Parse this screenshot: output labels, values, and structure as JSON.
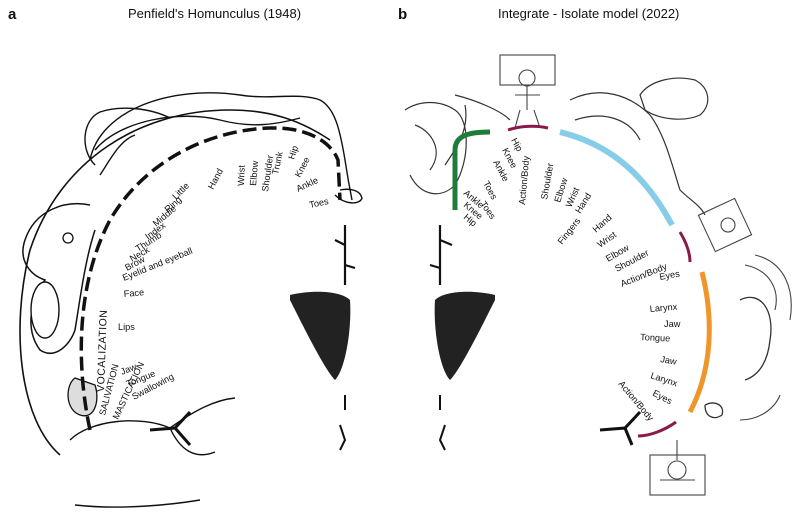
{
  "panel_a": {
    "letter": "a",
    "title": "Penfield's Homunculus (1948)",
    "labels": {
      "toes": "Toes",
      "ankle": "Ankle",
      "knee": "Knee",
      "hip": "Hip",
      "trunk": "Trunk",
      "shoulder": "Shoulder",
      "elbow": "Elbow",
      "wrist": "Wrist",
      "hand": "Hand",
      "little": "Little",
      "ring": "Ring",
      "middle": "Middle",
      "index": "Index",
      "thumb": "Thumb",
      "neck": "Neck",
      "brow": "Brow",
      "eyelid": "Eyelid and eyeball",
      "face": "Face",
      "lips": "Lips",
      "jaw": "Jaw",
      "tongue": "Tongue",
      "swallowing": "Swallowing",
      "vocalization": "VOCALIZATION",
      "salivation": "SALIVATION",
      "mastication": "MASTICATION"
    }
  },
  "panel_b": {
    "letter": "b",
    "title": "Integrate - Isolate model (2022)",
    "colors": {
      "green": "#1e7d3a",
      "maroon": "#8b1a4a",
      "blue": "#87cde8",
      "orange": "#f0952a"
    },
    "labels": {
      "toes": "Toes",
      "ankle": "Ankle",
      "knee": "Knee",
      "hip": "Hip",
      "hip2": "Hip",
      "knee2": "Knee",
      "ankle2": "Ankle",
      "toes2": "Toes",
      "action1": "Action/Body",
      "shoulder": "Shoulder",
      "elbow": "Elbow",
      "wrist": "Wrist",
      "hand": "Hand",
      "fingers": "Fingers",
      "hand2": "Hand",
      "wrist2": "Wrist",
      "elbow2": "Elbow",
      "shoulder2": "Shoulder",
      "action2": "Action/Body",
      "eyes": "Eyes",
      "larynx": "Larynx",
      "jaw": "Jaw",
      "tongue": "Tongue",
      "jaw2": "Jaw",
      "larynx2": "Larynx",
      "eyes2": "Eyes",
      "action3": "Action/Body"
    }
  }
}
